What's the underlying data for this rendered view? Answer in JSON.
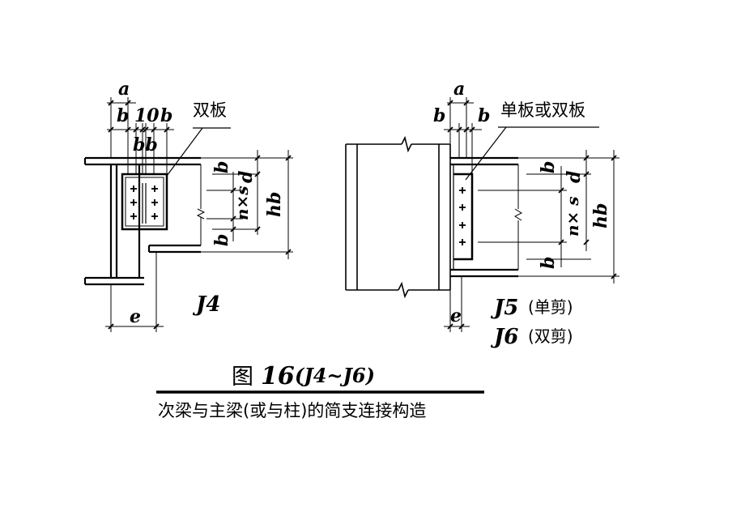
{
  "left_detail": {
    "dim_a": "a",
    "dim_b_left": "b",
    "dim_10": "10",
    "dim_b_right": "b",
    "dim_bb": "bb",
    "plate_label": "双板",
    "dim_b_top": "b",
    "dim_d": "d",
    "dim_nxs": "n×s",
    "dim_hb": "hb",
    "dim_b_bottom": "b",
    "dim_e": "e",
    "tag": "J4"
  },
  "right_detail": {
    "dim_a": "a",
    "dim_b_left": "b",
    "dim_b_right": "b",
    "plate_label": "单板或双板",
    "dim_b_top": "b",
    "dim_d": "d",
    "dim_nxs": "n× s",
    "dim_hb": "hb",
    "dim_b_bottom": "b",
    "dim_e": "e",
    "tag_j5": "J5",
    "tag_j5_note": "(单剪)",
    "tag_j6": "J6",
    "tag_j6_note": "(双剪)"
  },
  "caption": {
    "prefix": "图",
    "number": "16",
    "range": "(J4~J6)",
    "subtitle": "次梁与主梁(或与柱)的简支连接构造"
  }
}
